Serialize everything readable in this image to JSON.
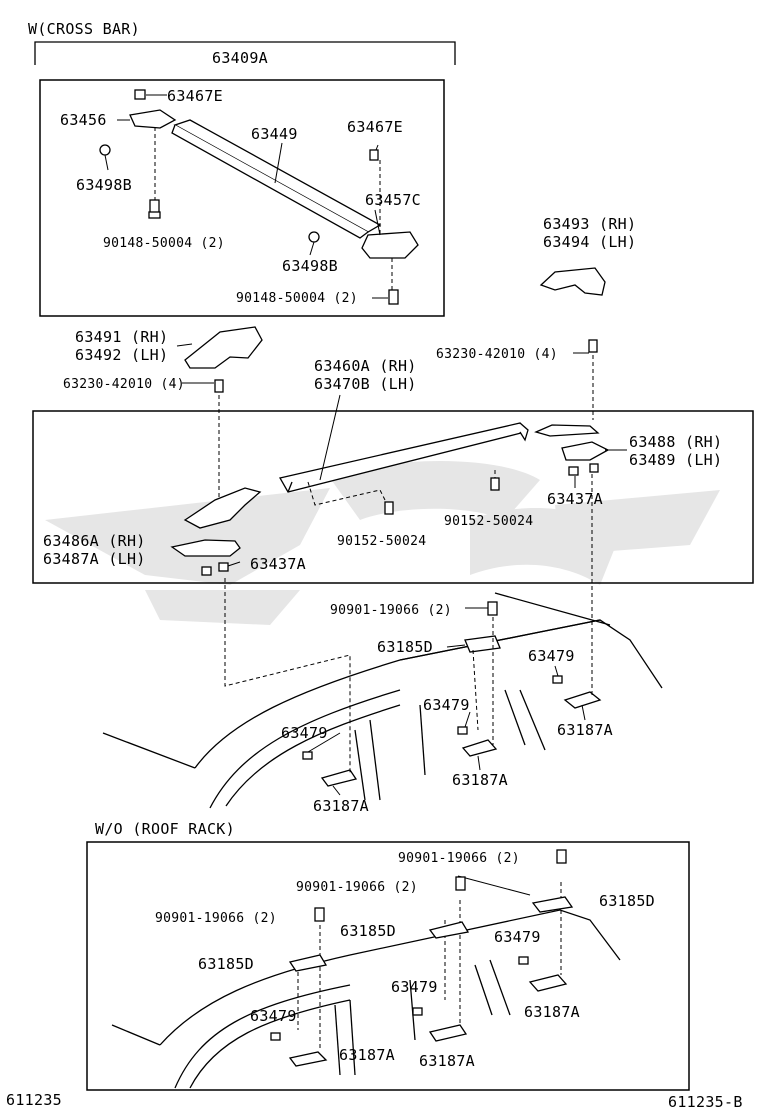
{
  "sections": {
    "with_cross_bar": {
      "title": "W(CROSS BAR)",
      "assembly": "63409A",
      "parts": {
        "p63467E_a": "63467E",
        "p63456": "63456",
        "p63449": "63449",
        "p63467E_b": "63467E",
        "p63498B_a": "63498B",
        "p63457C": "63457C",
        "bolt_a": "90148-50004 (2)",
        "p63498B_b": "63498B",
        "bolt_b": "90148-50004 (2)"
      }
    },
    "roof_rack": {
      "cover_rh_front": "63493 (RH)",
      "cover_lh_front": "63494 (LH)",
      "cover_rh_rear": "63491 (RH)",
      "cover_lh_rear": "63492 (LH)",
      "bolt_right": "63230-42010 (4)",
      "bolt_left": "63230-42010 (4)",
      "rail_rh": "63460A (RH)",
      "rail_lh": "63470B (LH)",
      "pad_rh_front": "63488 (RH)",
      "pad_lh_front": "63489 (LH)",
      "clip_front": "63437A",
      "pad_rh_rear": "63486A (RH)",
      "pad_lh_rear": "63487A (LH)",
      "clip_rear": "63437A",
      "screw_a": "90152-50024",
      "screw_b": "90152-50024",
      "screw_c": "90901-19066 (2)",
      "bracket_185": "63185D",
      "nut_a": "63479",
      "nut_b": "63479",
      "nut_c": "63479",
      "bracket_a": "63187A",
      "bracket_b": "63187A",
      "bracket_c": "63187A"
    },
    "without_roof_rack": {
      "title": "W/O (ROOF RACK)",
      "screw_a": "90901-19066 (2)",
      "screw_b": "90901-19066 (2)",
      "screw_c": "90901-19066 (2)",
      "bracket_185_a": "63185D",
      "bracket_185_b": "63185D",
      "bracket_185_c": "63185D",
      "nut_a": "63479",
      "nut_b": "63479",
      "nut_c": "63479",
      "bracket_a": "63187A",
      "bracket_b": "63187A",
      "bracket_c": "63187A"
    }
  },
  "footer": {
    "left_code": "611235",
    "right_code": "611235-B"
  }
}
